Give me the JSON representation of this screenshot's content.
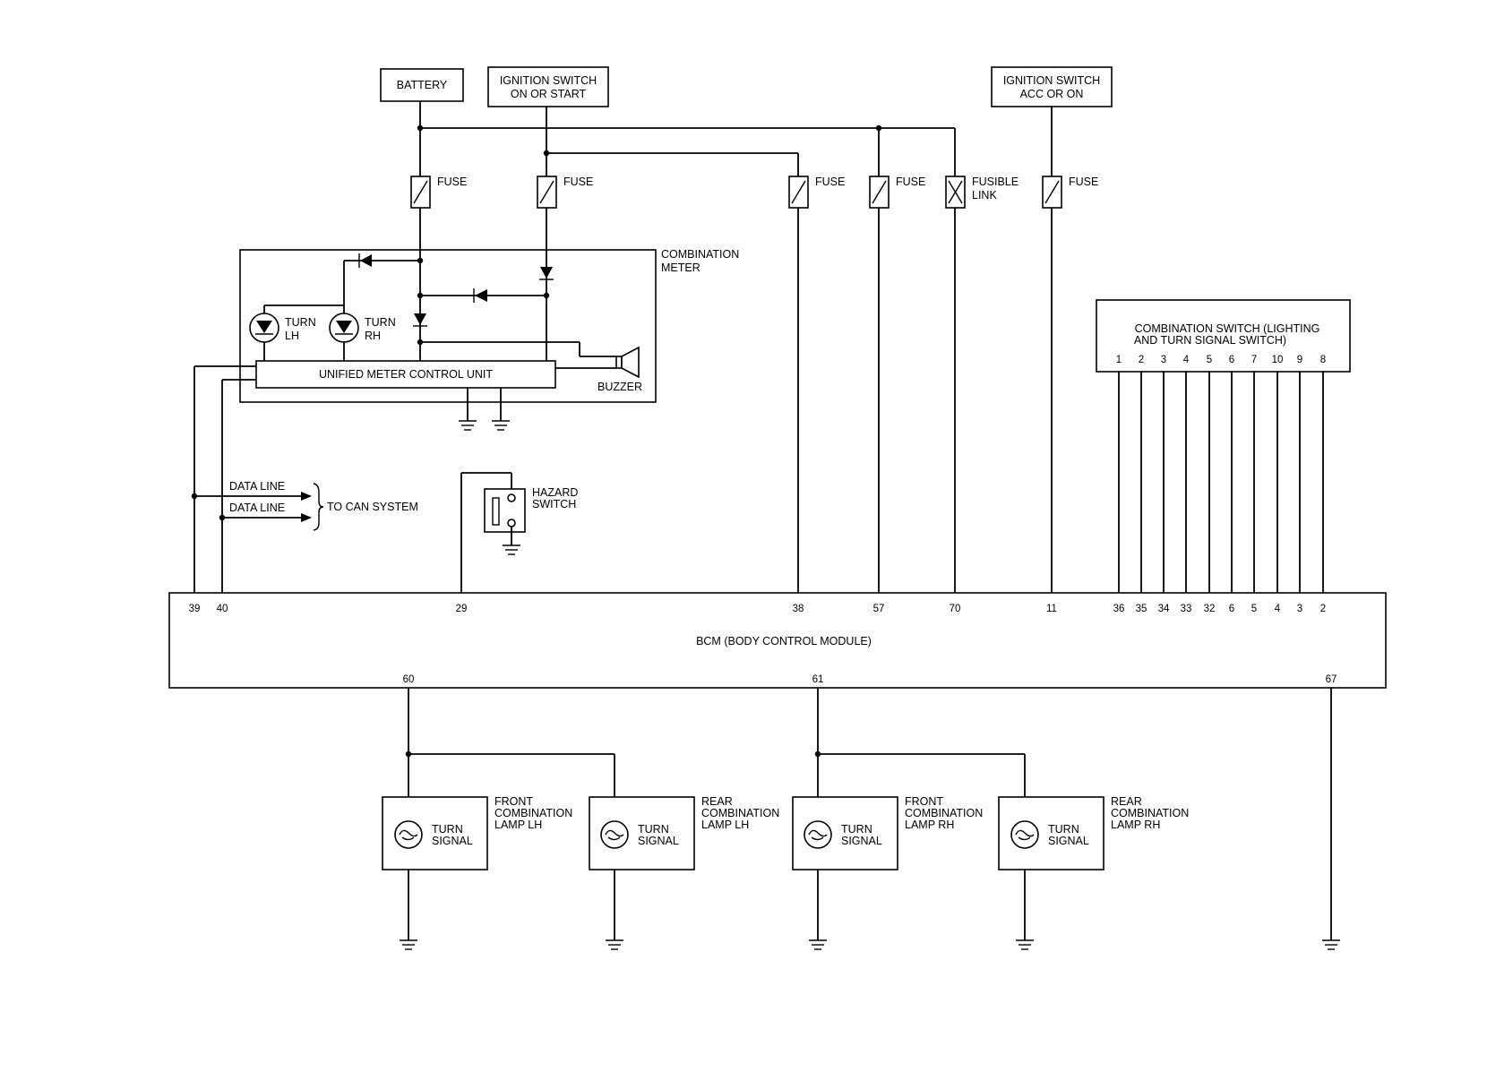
{
  "sources": {
    "battery": "BATTERY",
    "ign_on_start": [
      "IGNITION SWITCH",
      "ON OR START"
    ],
    "ign_acc_on": [
      "IGNITION SWITCH",
      "ACC OR ON"
    ]
  },
  "fuses": {
    "f1": "FUSE",
    "f2": "FUSE",
    "f3": "FUSE",
    "f4": "FUSE",
    "fusible_link": [
      "FUSIBLE",
      "LINK"
    ],
    "f6": "FUSE"
  },
  "combination_meter": {
    "title": [
      "COMBINATION",
      "METER"
    ],
    "turn_lh": [
      "TURN",
      "LH"
    ],
    "turn_rh": [
      "TURN",
      "RH"
    ],
    "control_unit": "UNIFIED METER CONTROL UNIT",
    "buzzer": "BUZZER"
  },
  "can": {
    "data_line_1": "DATA LINE",
    "data_line_2": "DATA LINE",
    "to_can": "TO CAN SYSTEM"
  },
  "hazard_switch": [
    "HAZARD",
    "SWITCH"
  ],
  "combination_switch": {
    "title": [
      "COMBINATION SWITCH (LIGHTING",
      "AND TURN SIGNAL SWITCH)"
    ],
    "pins": [
      "1",
      "2",
      "3",
      "4",
      "5",
      "6",
      "7",
      "10",
      "9",
      "8"
    ]
  },
  "bcm": {
    "title": "BCM (BODY CONTROL MODULE)",
    "top_pins": [
      "39",
      "40",
      "29",
      "38",
      "57",
      "70",
      "11",
      "36",
      "35",
      "34",
      "33",
      "32",
      "6",
      "5",
      "4",
      "3",
      "2"
    ],
    "bottom_pins": [
      "60",
      "61",
      "67"
    ]
  },
  "lamps": {
    "front_lh": {
      "signal": [
        "TURN",
        "SIGNAL"
      ],
      "name": [
        "FRONT",
        "COMBINATION",
        "LAMP LH"
      ]
    },
    "rear_lh": {
      "signal": [
        "TURN",
        "SIGNAL"
      ],
      "name": [
        "REAR",
        "COMBINATION",
        "LAMP LH"
      ]
    },
    "front_rh": {
      "signal": [
        "TURN",
        "SIGNAL"
      ],
      "name": [
        "FRONT",
        "COMBINATION",
        "LAMP RH"
      ]
    },
    "rear_rh": {
      "signal": [
        "TURN",
        "SIGNAL"
      ],
      "name": [
        "REAR",
        "COMBINATION",
        "LAMP RH"
      ]
    }
  }
}
